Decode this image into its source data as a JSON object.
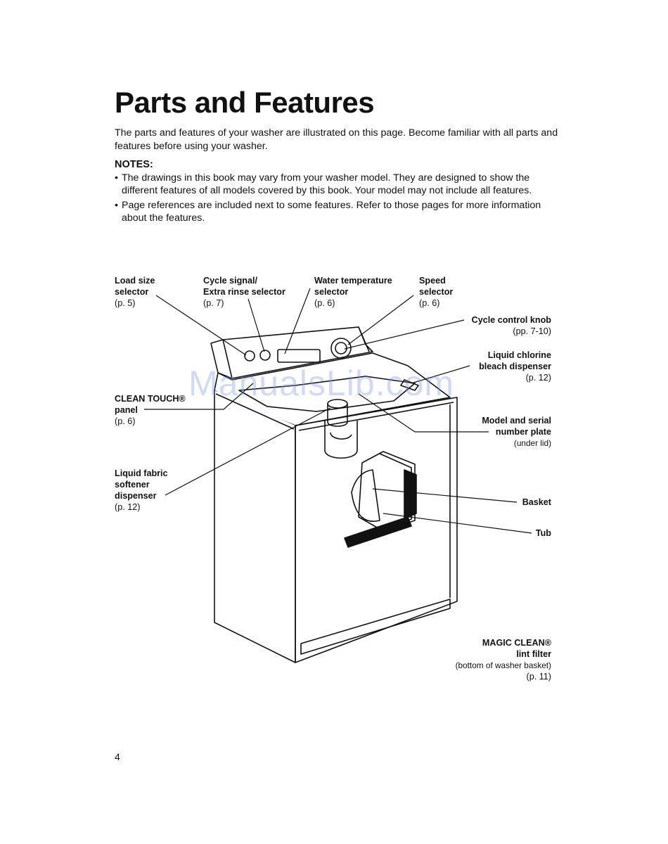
{
  "page": {
    "title": "Parts and Features",
    "intro": "The parts and features of your washer are illustrated on this page. Become familiar with all parts and features before using your washer.",
    "notes_heading": "NOTES:",
    "notes": [
      "The drawings in this book may vary from your washer model. They are designed to show the different features of all models covered by this book. Your model may not include all features.",
      "Page references are included next to some features. Refer to those pages for more information about the features."
    ],
    "page_number": "4",
    "watermark": "ManualsLib.com"
  },
  "labels": {
    "load_size": {
      "line1": "Load size",
      "line2": "selector",
      "page": "(p. 5)"
    },
    "cycle_signal": {
      "line1": "Cycle signal/",
      "line2": "Extra rinse selector",
      "page": "(p. 7)"
    },
    "water_temp": {
      "line1": "Water temperature",
      "line2": "selector",
      "page": "(p. 6)"
    },
    "speed": {
      "line1": "Speed",
      "line2": "selector",
      "page": "(p. 6)"
    },
    "cycle_knob": {
      "line1": "Cycle control knob",
      "page": "(pp. 7-10)"
    },
    "bleach": {
      "line1": "Liquid chlorine",
      "line2": "bleach dispenser",
      "page": "(p. 12)"
    },
    "clean_touch": {
      "line1": "CLEAN TOUCH®",
      "line2": "panel",
      "page": "(p. 6)"
    },
    "model_plate": {
      "line1": "Model and serial",
      "line2": "number plate",
      "note": "(under lid)"
    },
    "softener": {
      "line1": "Liquid fabric",
      "line2": "softener",
      "line3": "dispenser",
      "page": "(p. 12)"
    },
    "basket": {
      "line1": "Basket"
    },
    "tub": {
      "line1": "Tub"
    },
    "lint_filter": {
      "line1": "MAGIC CLEAN®",
      "line2": "lint filter",
      "note": "(bottom of washer basket)",
      "page": "(p. 11)"
    }
  }
}
